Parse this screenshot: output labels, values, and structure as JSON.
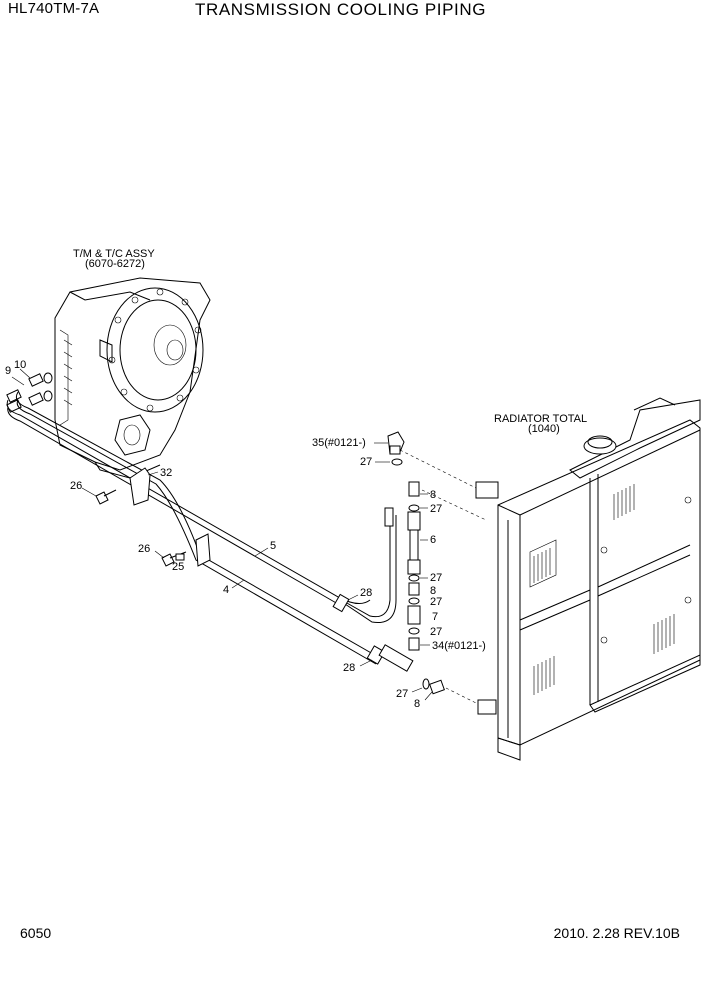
{
  "header": {
    "model": "HL740TM-7A",
    "title": "TRANSMISSION COOLING PIPING"
  },
  "footer": {
    "page": "6050",
    "revision": "2010. 2.28  REV.10B"
  },
  "assemblies": {
    "transmission": {
      "name": "T/M & T/C ASSY",
      "ref": "(6070-6272)"
    },
    "radiator": {
      "name": "RADIATOR TOTAL",
      "ref": "(1040)"
    }
  },
  "callouts": {
    "c10": "10",
    "c9": "9",
    "c32": "32",
    "c26a": "26",
    "c26b": "26",
    "c25": "25",
    "c5": "5",
    "c4": "4",
    "c28a": "28",
    "c28b": "28",
    "c35": "35(#0121-)",
    "c27a": "27",
    "c8a": "8",
    "c27b": "27",
    "c6": "6",
    "c27c": "27",
    "c8b": "8",
    "c27d": "27",
    "c7": "7",
    "c27e": "27",
    "c34": "34(#0121-)",
    "c27f": "27",
    "c8c": "8"
  }
}
